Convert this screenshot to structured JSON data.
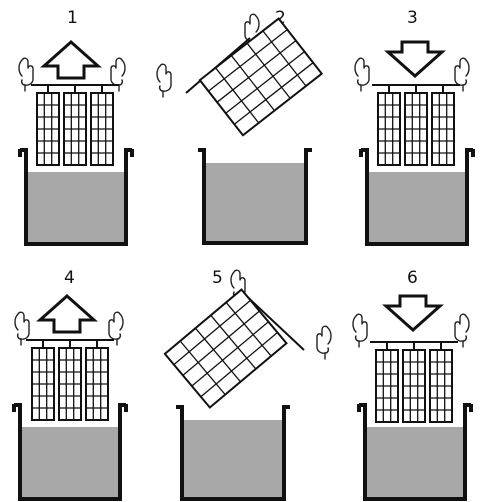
{
  "steps": [
    {
      "number": "1",
      "action": "lift",
      "arrow": "up"
    },
    {
      "number": "2",
      "action": "tilt",
      "arrow": "none"
    },
    {
      "number": "3",
      "action": "lower",
      "arrow": "down"
    },
    {
      "number": "4",
      "action": "lift",
      "arrow": "up"
    },
    {
      "number": "5",
      "action": "tilt",
      "arrow": "none"
    },
    {
      "number": "6",
      "action": "lower",
      "arrow": "down"
    }
  ],
  "colors": {
    "ink": "#111111",
    "liquid": "#a8a8a8",
    "background": "#ffffff"
  },
  "icons": {
    "hand": "hand-icon",
    "arrow_up": "arrow-up-icon",
    "arrow_down": "arrow-down-icon"
  }
}
